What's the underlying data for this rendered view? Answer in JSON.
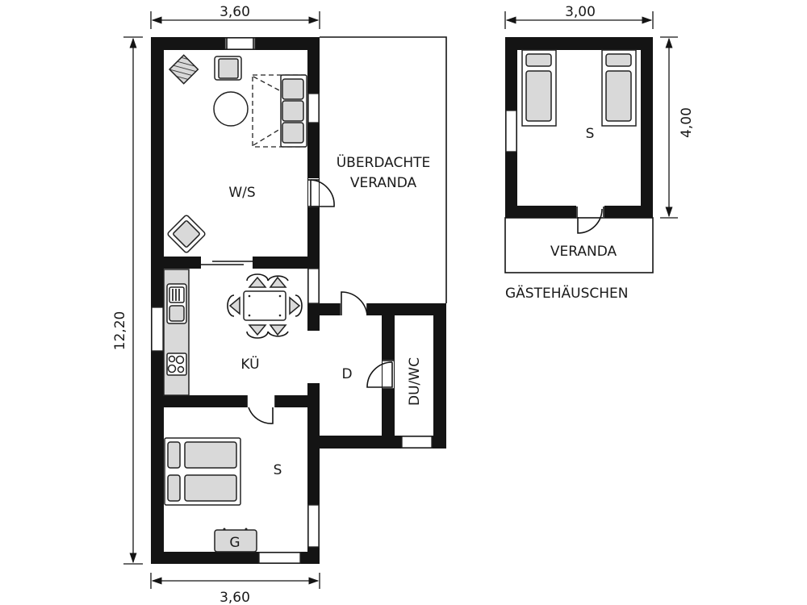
{
  "main_house": {
    "dimensions": {
      "top_width": "3,60",
      "bottom_width": "3,60",
      "total_length": "12,20"
    },
    "rooms": {
      "living_sleeping": "W/S",
      "covered_veranda_line1": "ÜBERDACHTE",
      "covered_veranda_line2": "VERANDA",
      "kitchen": "KÜ",
      "hallway": "D",
      "shower_wc": "DU/WC",
      "bedroom": "S",
      "heater_label": "G"
    }
  },
  "guest_house": {
    "title": "GÄSTEHÄUSCHEN",
    "dimensions": {
      "width": "3,00",
      "length": "4,00"
    },
    "rooms": {
      "bedroom": "S",
      "veranda": "VERANDA"
    }
  },
  "colors": {
    "wall": "#141414",
    "furniture_fill": "#d9d9d9",
    "background": "#ffffff"
  }
}
